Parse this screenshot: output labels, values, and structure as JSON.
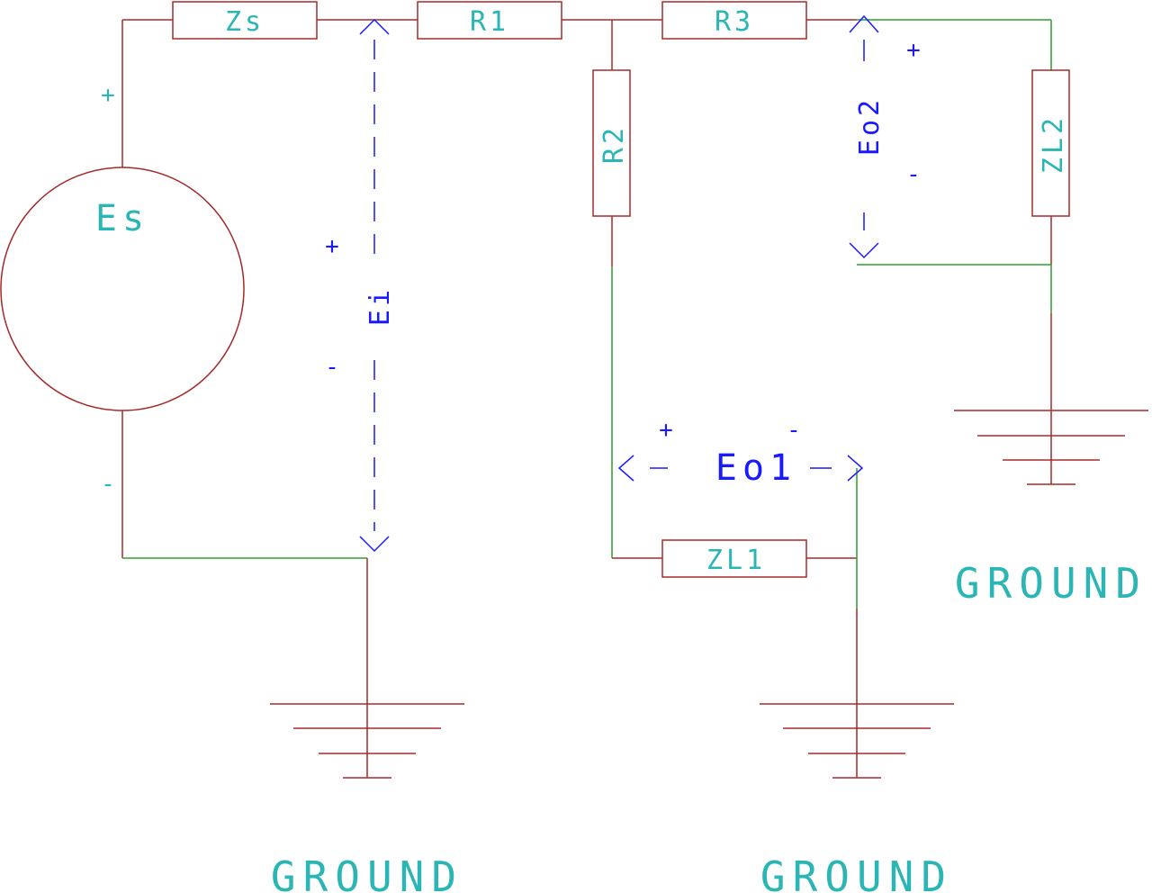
{
  "components": {
    "source": "Es",
    "zs": "Zs",
    "r1": "R1",
    "r2": "R2",
    "r3": "R3",
    "zl1": "ZL1",
    "zl2": "ZL2"
  },
  "measurements": {
    "ei": "Ei",
    "eo1": "Eo1",
    "eo2": "Eo2"
  },
  "signs": {
    "plus": "+",
    "minus": "-"
  },
  "ground_labels": {
    "g1": "GROUND",
    "g2": "GROUND",
    "g3": "GROUND"
  },
  "colors": {
    "wire_red": "#a52a2a",
    "wire_green": "#2ca02c",
    "label_cyan": "#2bb5b5",
    "measure_blue": "#1a1aff"
  }
}
